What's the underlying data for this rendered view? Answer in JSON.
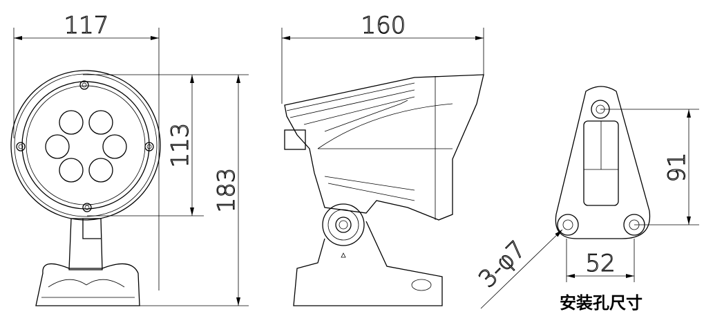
{
  "dimensions": {
    "front_width": "117",
    "front_lamp_height": "113",
    "total_height": "183",
    "side_length": "160",
    "hole_vertical_spacing": "91",
    "hole_horizontal_spacing": "52",
    "hole_spec": "3-φ7"
  },
  "labels": {
    "mounting_hole_size": "安装孔尺寸"
  }
}
